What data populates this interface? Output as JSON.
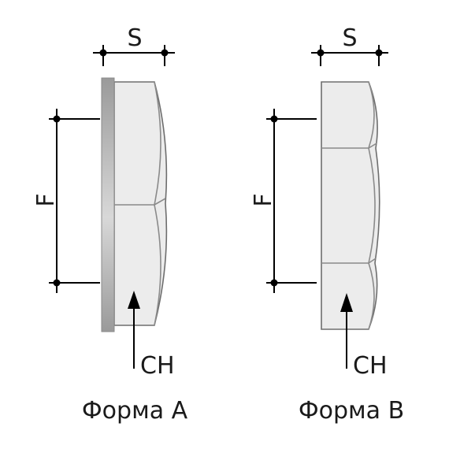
{
  "diagram": {
    "form_a": {
      "caption": "Форма А",
      "dimension_s": "S",
      "dimension_f": "F",
      "pointer_label": "CH"
    },
    "form_b": {
      "caption": "Форма В",
      "dimension_s": "S",
      "dimension_f": "F",
      "pointer_label": "CH"
    },
    "colors": {
      "line": "#000000",
      "part_fill": "#ececec",
      "part_outline": "#6e6e6e",
      "flange": "#a8a8a8"
    }
  }
}
